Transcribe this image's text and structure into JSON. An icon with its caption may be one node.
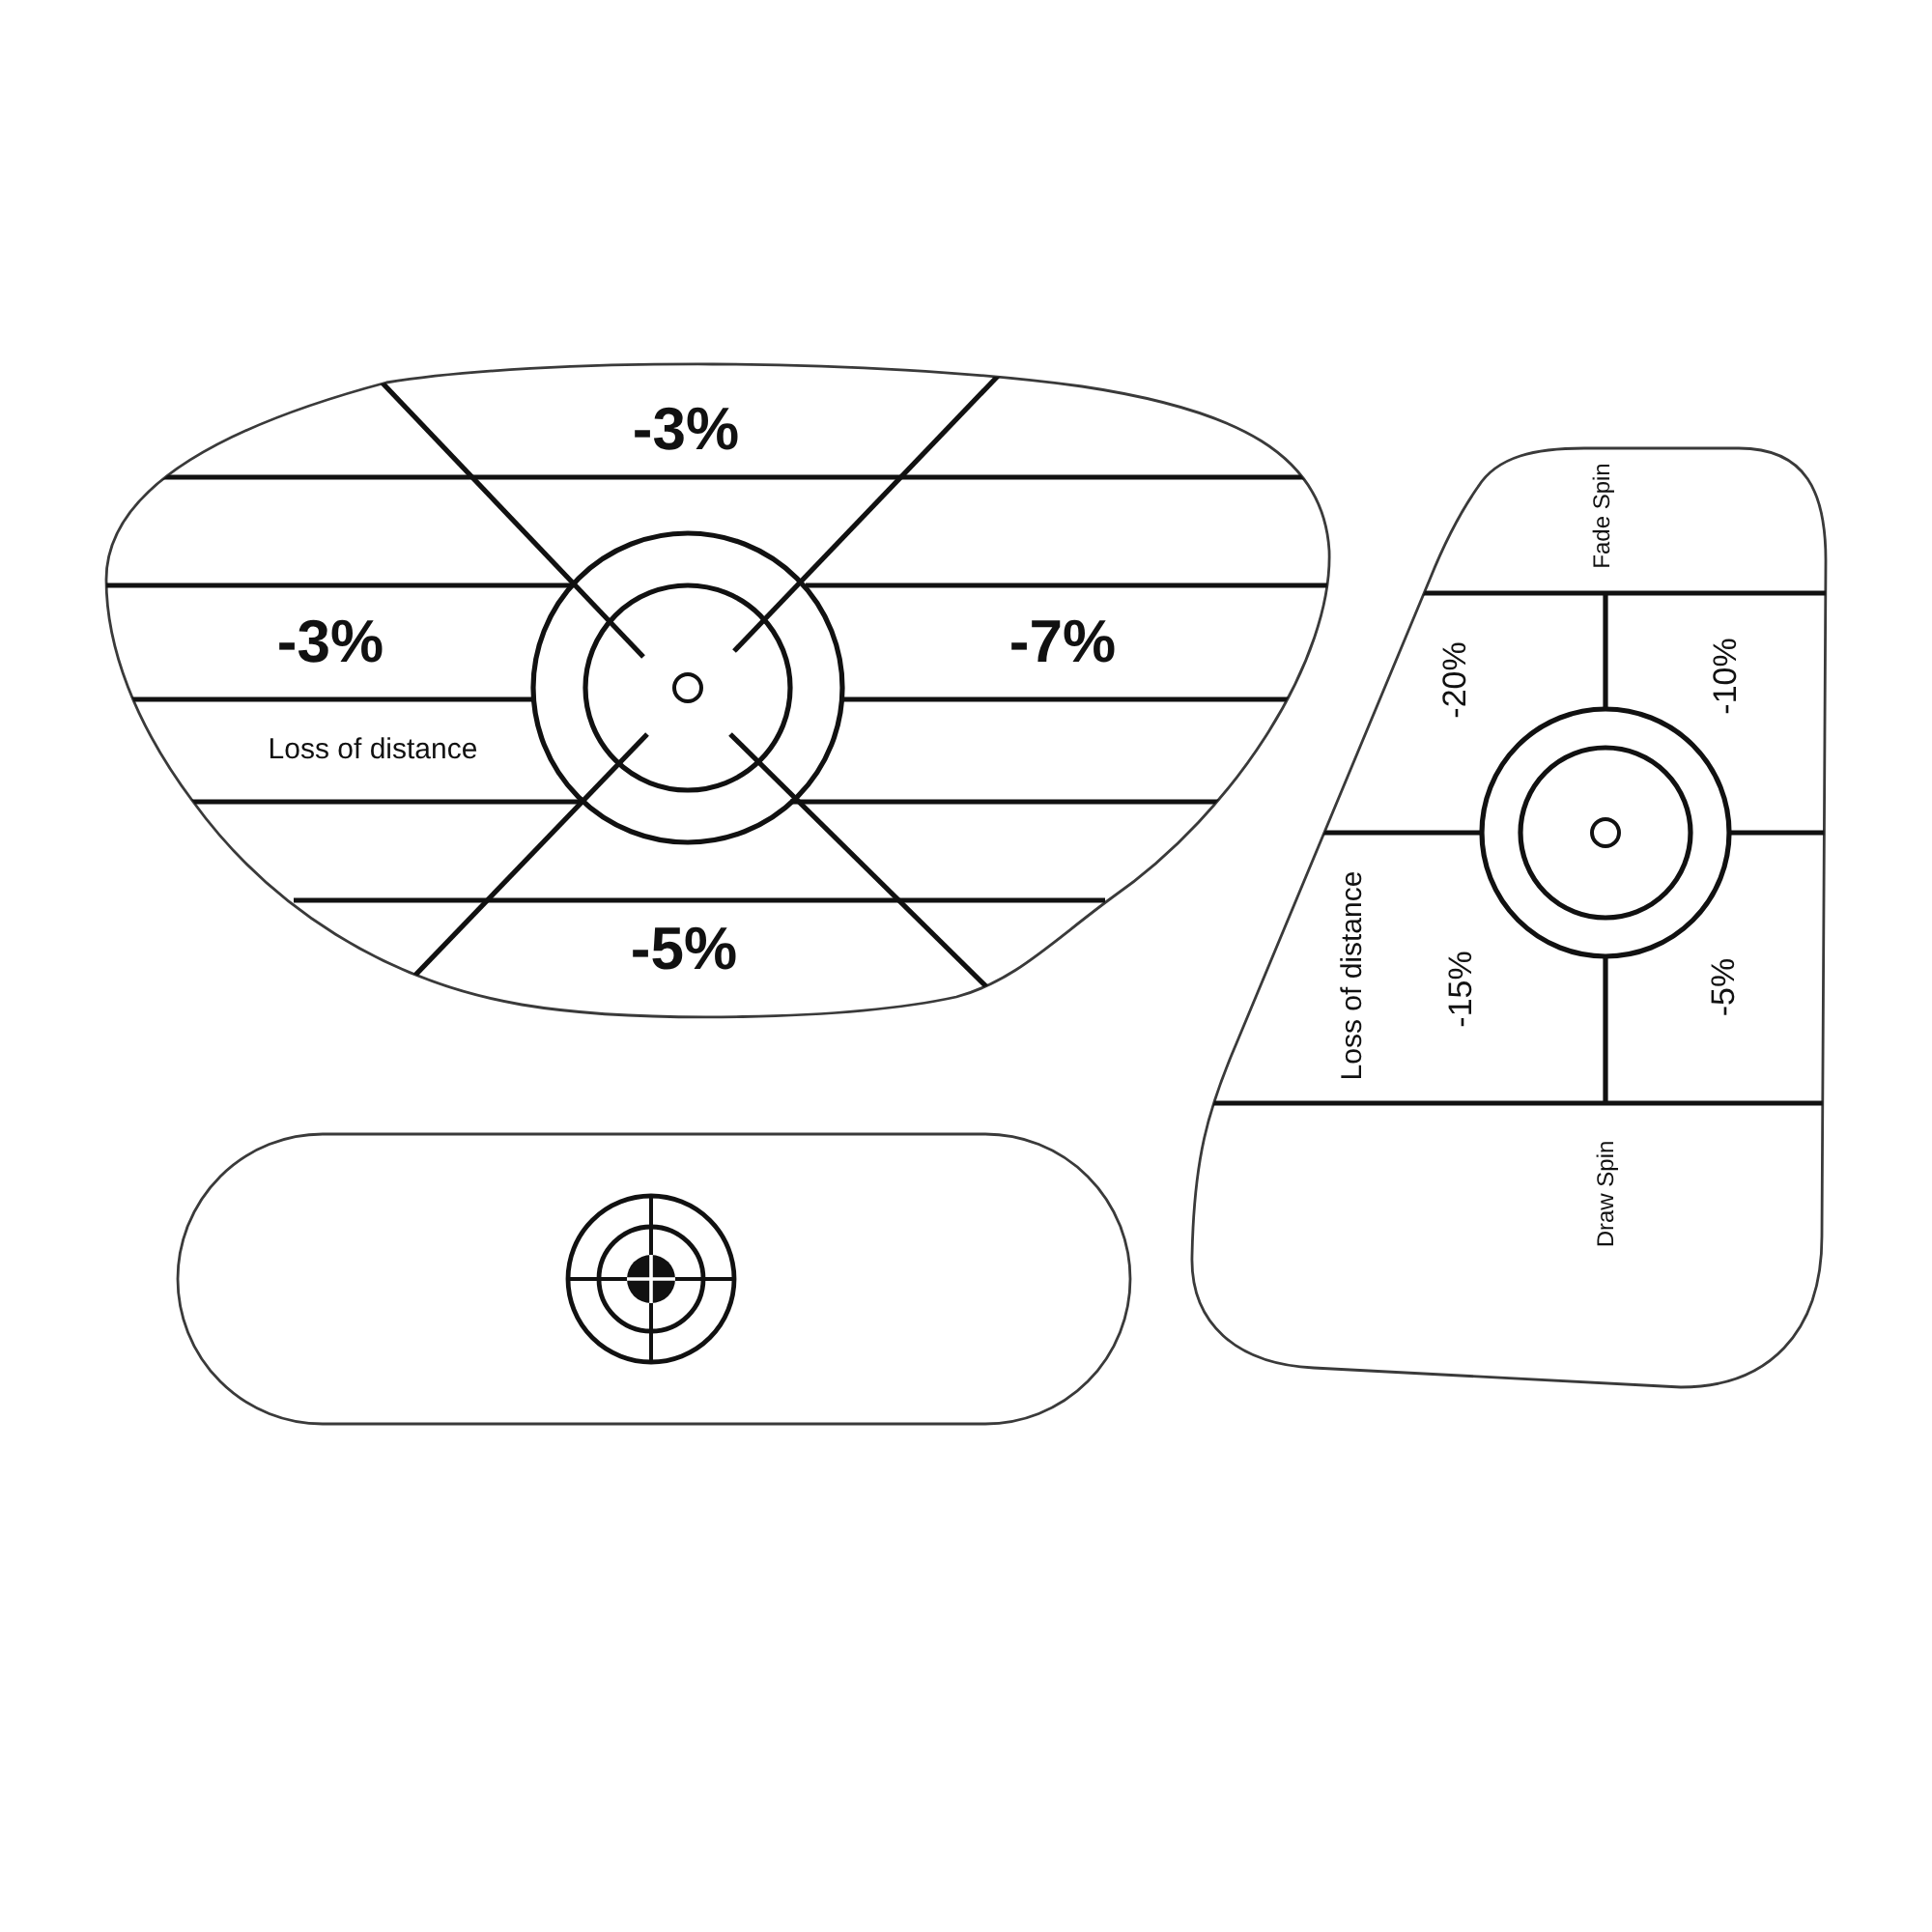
{
  "diagram": {
    "nodes": [
      {
        "text": [
          "-3%",
          "-3%",
          "-7%",
          "Loss of distance",
          "-5%"
        ]
      },
      {
        "text": [
          "Fade Spin",
          "-20%",
          "-10%",
          "Loss of distance",
          "-15%",
          "-5%",
          "Draw Spin"
        ]
      },
      {
        "text": [],
        "shape": "box"
      }
    ]
  }
}
